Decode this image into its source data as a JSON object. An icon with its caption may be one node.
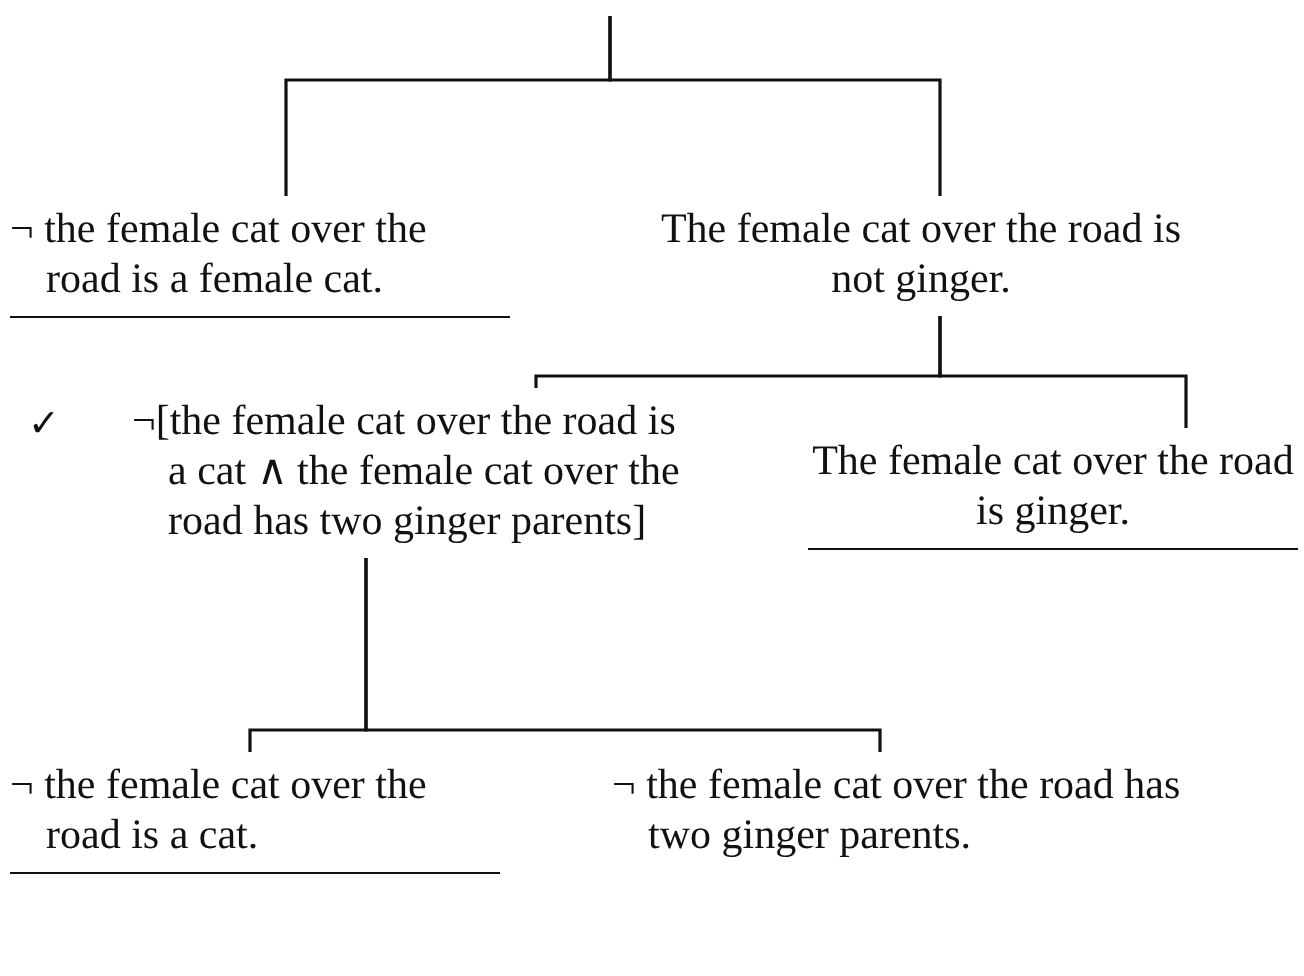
{
  "diagram": {
    "nodes": [
      {
        "text": [
          "¬ the female cat over the road is a female cat."
        ]
      },
      {
        "text": [
          "The female cat over the road is not ginger."
        ]
      },
      {
        "text": [
          "¬[the female cat over the road is a cat ∧ the female cat over the road has two ginger parents]"
        ],
        "beside": [
          "✓"
        ]
      },
      {
        "text": [
          "The female cat over the road is ginger."
        ]
      },
      {
        "text": [
          "¬ the female cat over the road is a cat."
        ]
      },
      {
        "text": [
          "¬ the female cat over the road has two ginger parents."
        ]
      }
    ],
    "edges": [
      {
        "from": null,
        "to": 0,
        "arrow": "none"
      },
      {
        "from": null,
        "to": 1,
        "arrow": "none"
      },
      {
        "from": 1,
        "to": 2,
        "arrow": "none"
      },
      {
        "from": 1,
        "to": 3,
        "arrow": "none"
      },
      {
        "from": 2,
        "to": 4,
        "arrow": "none"
      },
      {
        "from": 2,
        "to": 5,
        "arrow": "none"
      }
    ]
  }
}
